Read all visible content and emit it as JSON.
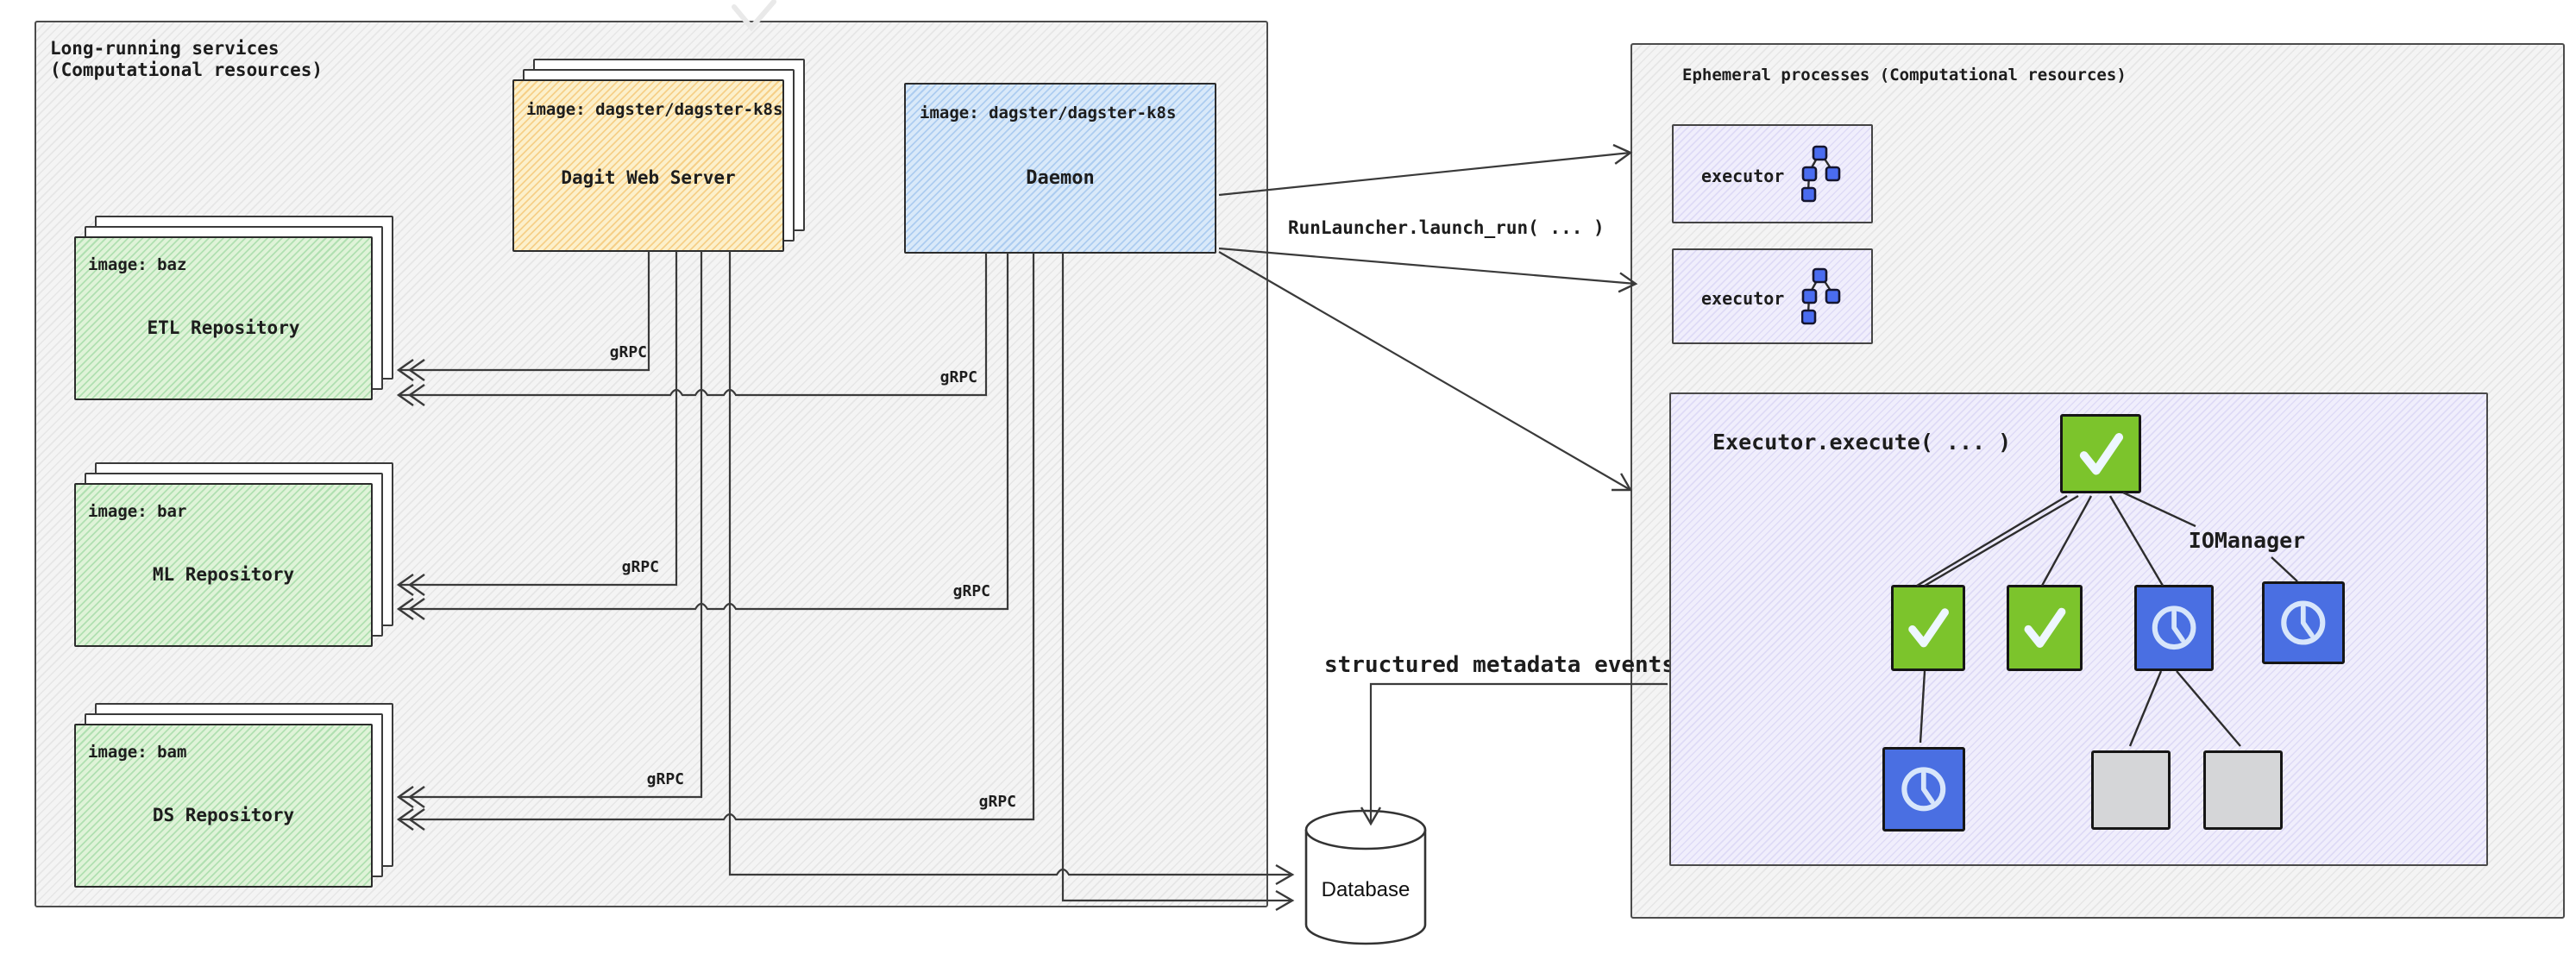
{
  "left_panel": {
    "title_line1": "Long-running services",
    "title_line2": "(Computational resources)",
    "grpc_label": "gRPC",
    "dagit": {
      "image_label": "image: dagster/dagster-k8s",
      "name": "Dagit Web Server"
    },
    "daemon": {
      "image_label": "image: dagster/dagster-k8s",
      "name": "Daemon"
    },
    "repositories": [
      {
        "image_label": "image: baz",
        "name": "ETL Repository"
      },
      {
        "image_label": "image: bar",
        "name": "ML Repository"
      },
      {
        "image_label": "image: bam",
        "name": "DS Repository"
      }
    ]
  },
  "right_panel": {
    "title": "Ephemeral processes (Computational resources)",
    "executors": [
      {
        "label": "executor"
      },
      {
        "label": "executor"
      }
    ],
    "execute_box": {
      "title": "Executor.execute( ... )",
      "iomanager_label": "IOManager",
      "nodes": {
        "root": "success",
        "row2": [
          "success",
          "success",
          "running",
          "running"
        ],
        "row3": [
          "running",
          "queued",
          "queued"
        ]
      }
    }
  },
  "annotations": {
    "run_launcher": "RunLauncher.launch_run( ... )",
    "metadata_events": "structured metadata events"
  },
  "database": {
    "label": "Database"
  },
  "colors": {
    "dagit_fill": "#fcf0cb",
    "daemon_fill": "#d9e9f9",
    "repo_fill": "#dff3d8",
    "executor_fill": "#f0eefc",
    "node_success_green": "#7cc42c",
    "node_running_blue": "#4a6fe2",
    "node_queued_gray": "#d5d6d8",
    "line": "#3a3a3a"
  }
}
